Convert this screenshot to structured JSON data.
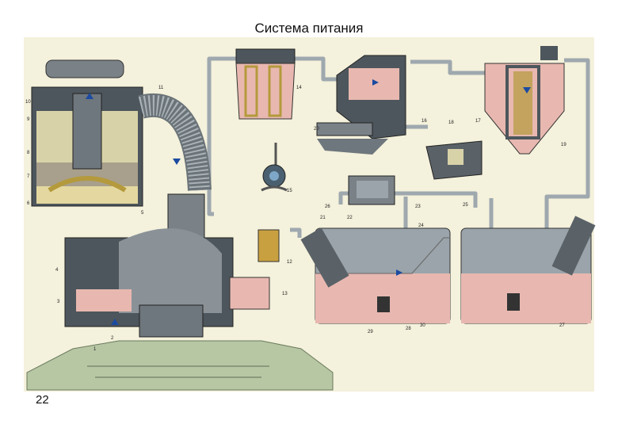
{
  "title": "Система питания",
  "page_number": "22",
  "colors": {
    "plate": "#f4f1dc",
    "metal_dark": "#4d565c",
    "metal_mid": "#7a8288",
    "pipe": "#9ea8ae",
    "fuel": "#e8b8b0",
    "filter": "#b49a3c",
    "sand": "#d8d2a8",
    "green": "#b7c7a4",
    "arrow": "#1b4aa0"
  },
  "callouts": [
    "1",
    "2",
    "3",
    "4",
    "5",
    "6",
    "7",
    "8",
    "9",
    "10",
    "11",
    "12",
    "13",
    "14",
    "15",
    "16",
    "17",
    "18",
    "19",
    "20",
    "21",
    "22",
    "23",
    "24",
    "25",
    "26",
    "27",
    "28",
    "29",
    "30"
  ]
}
